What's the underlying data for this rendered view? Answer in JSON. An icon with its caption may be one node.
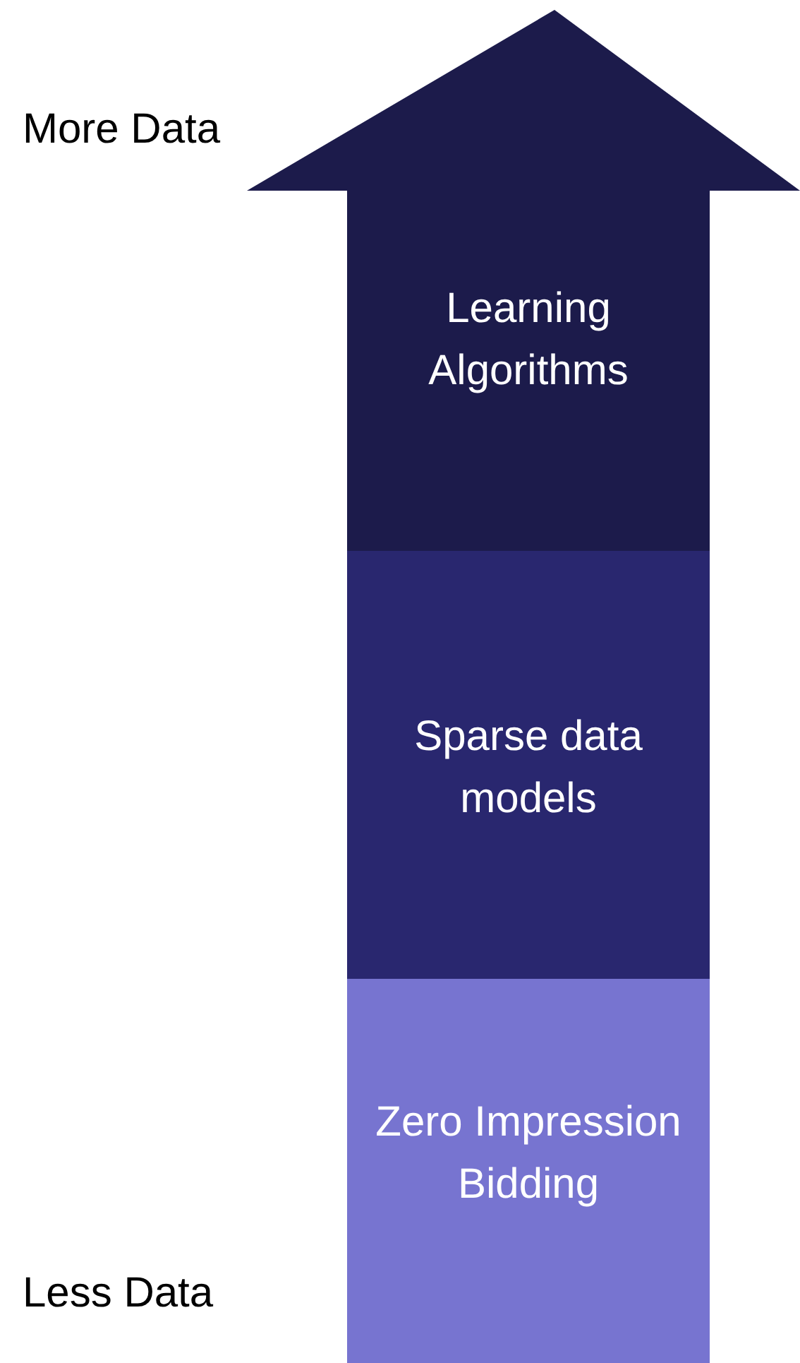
{
  "diagram": {
    "nodes": [
      {
        "text": [
          "Learning Algorithms"
        ]
      },
      {
        "text": [
          "Sparse data models"
        ]
      },
      {
        "text": [
          "Zero Impression Bidding"
        ]
      }
    ],
    "labels": [
      "More Data",
      "Less Data"
    ]
  }
}
